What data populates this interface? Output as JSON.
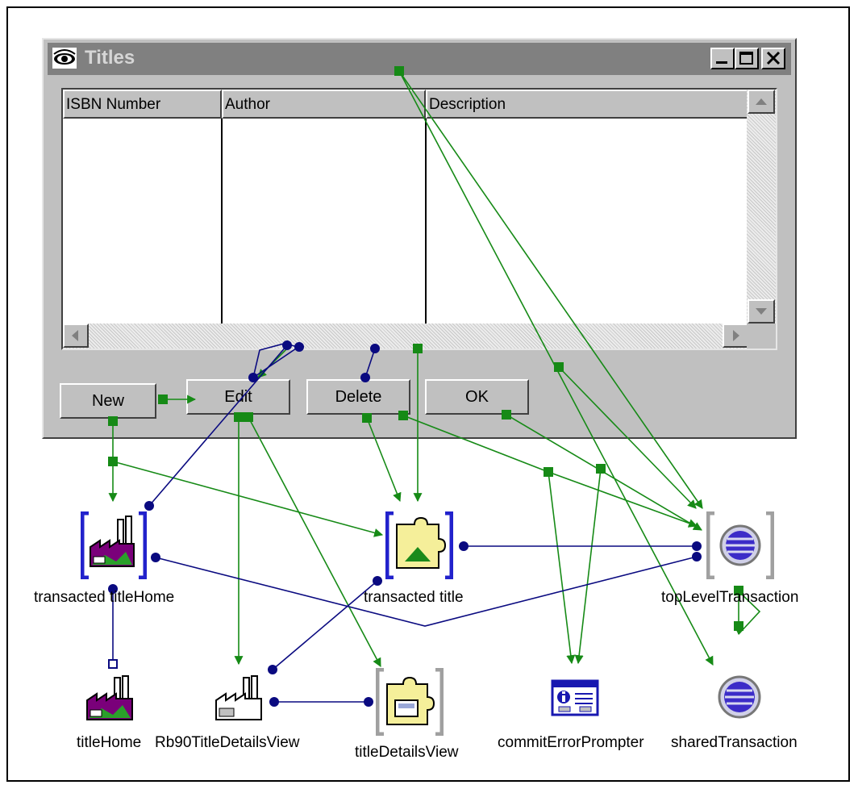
{
  "window": {
    "title": "Titles",
    "columns": [
      "ISBN Number",
      "Author",
      "Description"
    ],
    "buttons": {
      "new_label": "New",
      "edit_label": "Edit",
      "delete_label": "Delete",
      "ok_label": "OK"
    }
  },
  "components": {
    "transacted_title_home": "transacted titleHome",
    "transacted_title": "transacted title",
    "top_level_transaction": "topLevelTransaction",
    "title_home": "titleHome",
    "rb90_title_details_view": "Rb90TitleDetailsView",
    "title_details_view": "titleDetailsView",
    "commit_error_prompter": "commitErrorPrompter",
    "shared_transaction": "sharedTransaction"
  },
  "icons": {
    "window": "eye-icon",
    "factory": "factory-icon",
    "part": "puzzle-part-icon",
    "transaction": "transaction-globe-icon",
    "prompter": "info-prompter-icon"
  },
  "colors": {
    "event_connection": "#168a16",
    "attribute_connection": "#0a0a80",
    "titlebar": "#808080",
    "window_face": "#c0c0c0"
  }
}
